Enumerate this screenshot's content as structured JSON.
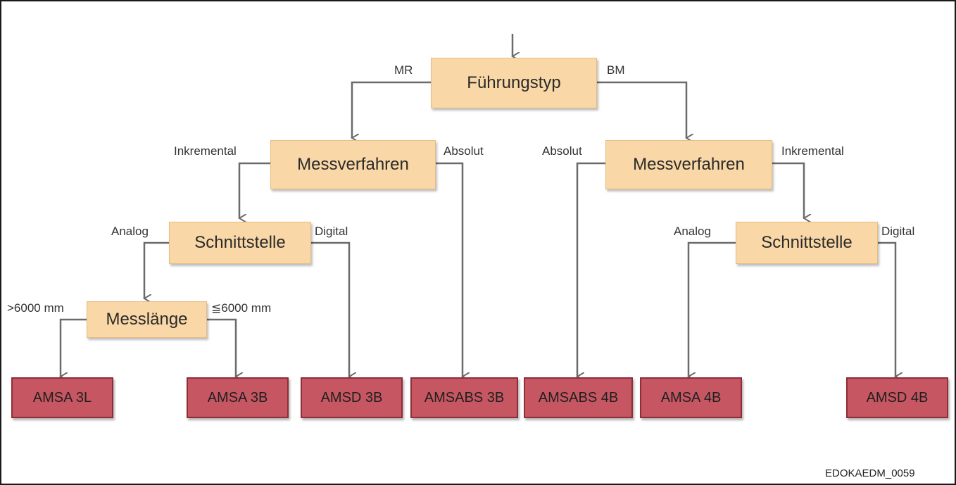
{
  "colors": {
    "decision_fill": "#f9d7a6",
    "product_fill": "#c65762",
    "connector": "#6b6b6b"
  },
  "nodes": {
    "root": "Führungstyp",
    "mr_mess": "Messverfahren",
    "bm_mess": "Messverfahren",
    "mr_schnitt": "Schnittstelle",
    "bm_schnitt": "Schnittstelle",
    "messlaenge": "Messlänge"
  },
  "edges": {
    "mr": "MR",
    "bm": "BM",
    "mr_inkremental": "Inkremental",
    "mr_absolut": "Absolut",
    "bm_absolut": "Absolut",
    "bm_inkremental": "Inkremental",
    "mr_analog": "Analog",
    "mr_digital": "Digital",
    "bm_analog": "Analog",
    "bm_digital": "Digital",
    "gt6000": ">6000 mm",
    "le6000": "≦6000 mm"
  },
  "products": {
    "amsa3l": "AMSA 3L",
    "amsa3b": "AMSA 3B",
    "amsd3b": "AMSD 3B",
    "amsabs3b": "AMSABS 3B",
    "amsabs4b": "AMSABS 4B",
    "amsa4b": "AMSA 4B",
    "amsd4b": "AMSD 4B"
  },
  "figure_code": "EDOKAEDM_0059"
}
